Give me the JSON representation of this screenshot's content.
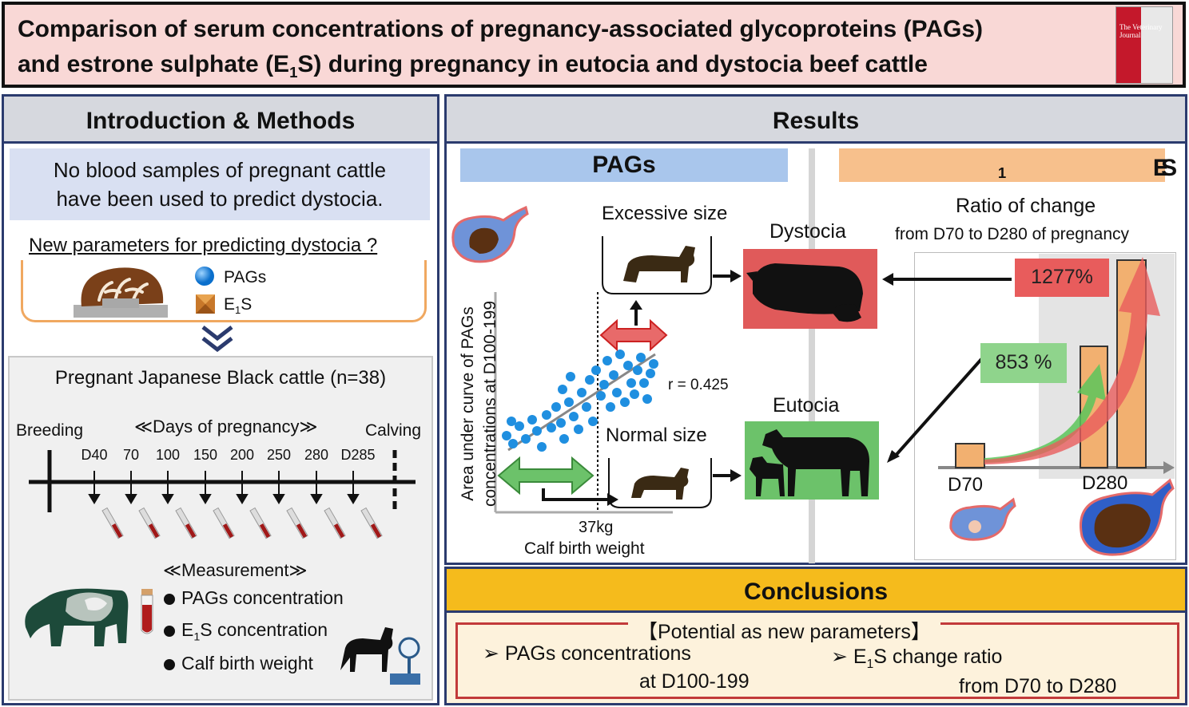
{
  "title": {
    "line1": "Comparison of serum concentrations of pregnancy-associated glycoproteins (PAGs)",
    "line2_pre": "and estrone sulphate (E",
    "line2_sub": "1",
    "line2_post": "S) during pregnancy in eutocia and dystocia beef cattle",
    "journal_cover_text": "The Veterinary Journal"
  },
  "intro": {
    "header": "Introduction & Methods",
    "callout_line1": "No blood samples of pregnant cattle",
    "callout_line2": "have been used to predict dystocia.",
    "question": "New parameters for predicting dystocia ?",
    "legend_pags": "PAGs",
    "legend_e1s_pre": "E",
    "legend_e1s_sub": "1",
    "legend_e1s_post": "S",
    "cattle_title": "Pregnant Japanese Black cattle (n=38)",
    "breeding": "Breeding",
    "calving": "Calving",
    "days_label": "≪Days of pregnancy≫",
    "days": [
      "D40",
      "70",
      "100",
      "150",
      "200",
      "250",
      "280",
      "D285"
    ],
    "measurement_label": "≪Measurement≫",
    "meas_pags": "PAGs concentration",
    "meas_e1s_pre": "E",
    "meas_e1s_sub": "1",
    "meas_e1s_post": "S concentration",
    "meas_weight": "Calf birth weight"
  },
  "results": {
    "header": "Results",
    "pags_header": "PAGs",
    "e1s_header_pre": "E",
    "e1s_header_sub": "1",
    "e1s_header_post": "S",
    "excessive_size": "Excessive size",
    "normal_size": "Normal size",
    "dystocia": "Dystocia",
    "eutocia": "Eutocia",
    "r_value": "r = 0.425",
    "birth_weight_kg": "37kg",
    "birth_weight_label": "Calf birth weight",
    "y_axis_line1": "Area under curve of PAGs",
    "y_axis_line2": "concentrations at D100-199",
    "ratio_title": "Ratio of change",
    "ratio_sub": "from D70  to D280 of pregnancy",
    "label_1277": "1277%",
    "label_853": "853 %",
    "d70": "D70",
    "d280": "D280"
  },
  "conclusions": {
    "header": "Conclusions",
    "potential": "【Potential as new parameters】",
    "pags_line1": "➢ PAGs concentrations",
    "pags_line2": "at D100-199",
    "e1s_line1_pre": "➢ E",
    "e1s_line1_sub": "1",
    "e1s_line1_post": "S change ratio",
    "e1s_line2": "from D70 to D280"
  },
  "colors": {
    "navy": "#2b3b6e",
    "title_bg": "#f9d8d6",
    "dystocia_red": "#e05a5a",
    "eutocia_green": "#6cc26a",
    "pags_blue": "#a9c6ec",
    "e1s_orange": "#f7c08c",
    "conclusions_gold": "#f5bb1c",
    "dot_blue": "#1f8fe0"
  }
}
